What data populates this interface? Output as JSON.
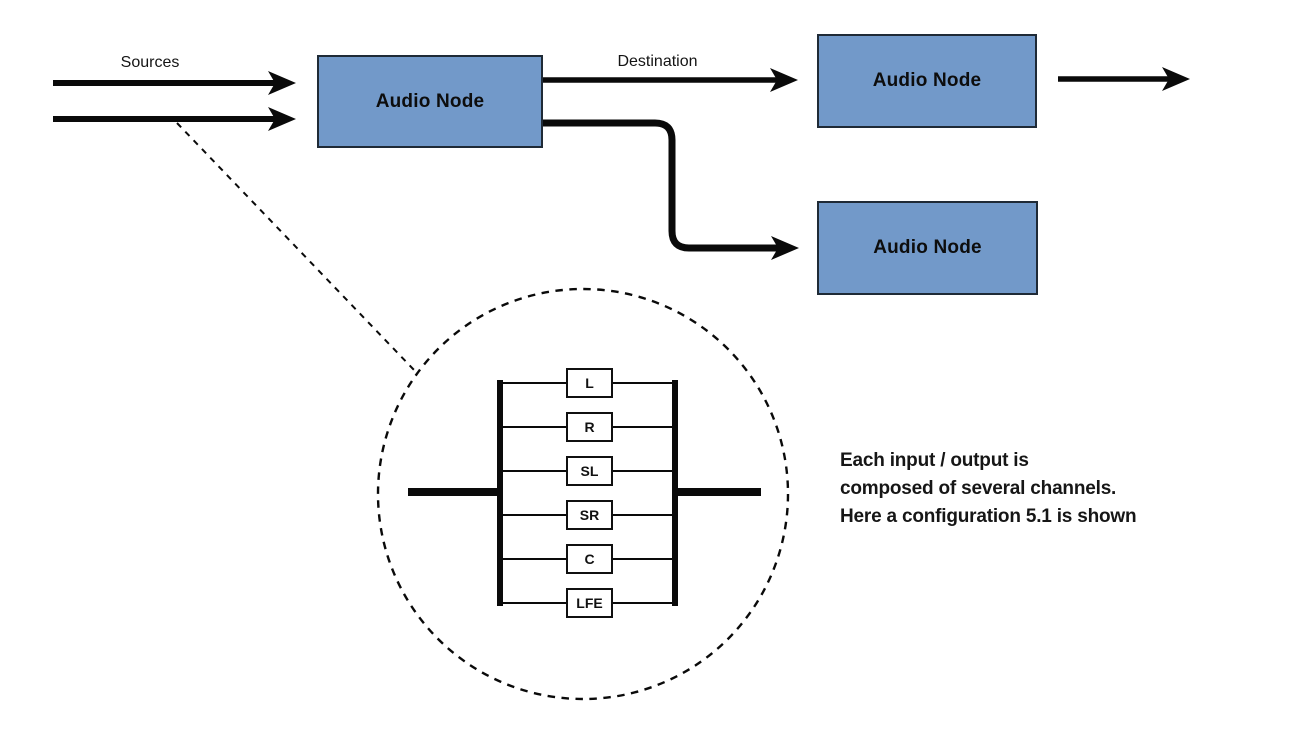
{
  "diagram": {
    "labels": {
      "sources": "Sources",
      "destination": "Destination"
    },
    "nodes": [
      {
        "label": "Audio Node"
      },
      {
        "label": "Audio Node"
      },
      {
        "label": "Audio Node"
      }
    ],
    "channels": [
      "L",
      "R",
      "SL",
      "SR",
      "C",
      "LFE"
    ],
    "annotation": {
      "line1": "Each input / output is",
      "line2": "composed of several channels.",
      "line3": "Here a configuration 5.1 is shown"
    },
    "icons": {
      "arrowhead": "filled-stealth-triangle"
    },
    "colors": {
      "node_fill": "#7299C9",
      "node_border": "#1F2A36",
      "line": "#0A0A0A",
      "background": "#FFFFFF"
    }
  }
}
